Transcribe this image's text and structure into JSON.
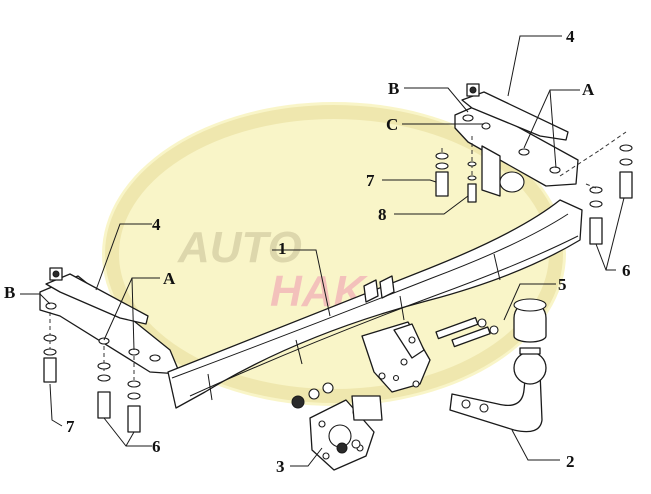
{
  "watermark": {
    "line1": "AUTO",
    "line2": "HAK",
    "ellipse_color": "#f4ec9a",
    "ring_color": "#ece3a8",
    "text1_color": "#d9d2a8",
    "text2_color": "#f3b9b9"
  },
  "callouts": {
    "part_1": "1",
    "part_2": "2",
    "part_3": "3",
    "part_4_right": "4",
    "part_4_left": "4",
    "part_5": "5",
    "part_6_right": "6",
    "part_6_left": "6",
    "part_7_right": "7",
    "part_7_left": "7",
    "part_8": "8",
    "point_a_right": "A",
    "point_a_left": "A",
    "point_b_right": "B",
    "point_b_left": "B",
    "point_c": "C"
  },
  "icons": {
    "main_beam": "tow-bar-crossbeam",
    "ball": "tow-ball-neck",
    "socket_plate": "electrical-socket-plate",
    "brackets": "mounting-bracket",
    "bolts": "bolt-washer-set"
  }
}
